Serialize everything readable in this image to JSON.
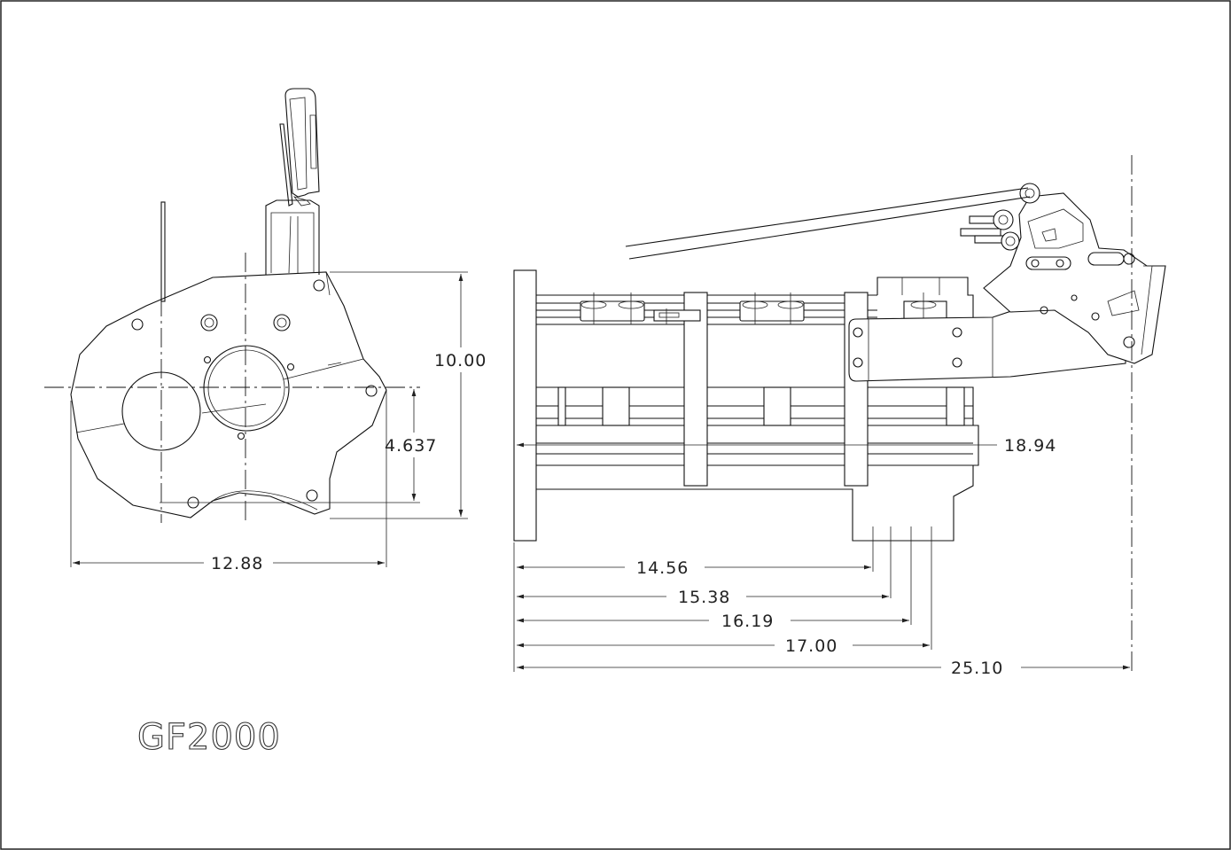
{
  "drawing": {
    "model_label": "GF2000",
    "front_view": {
      "height_dim": "10.00",
      "center_height_dim": "4.637",
      "width_dim": "12.88"
    },
    "side_view": {
      "dims": [
        "14.56",
        "15.38",
        "16.19",
        "17.00",
        "25.10"
      ],
      "shaft_dim": "18.94"
    }
  }
}
